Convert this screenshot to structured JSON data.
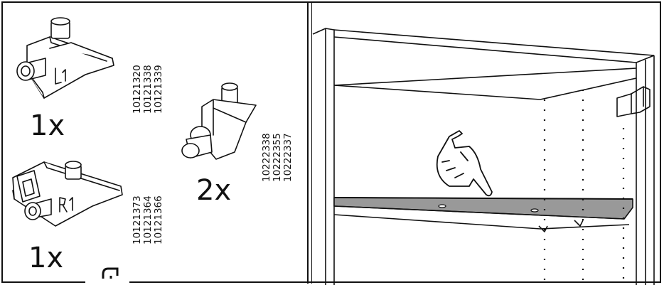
{
  "parts": [
    {
      "quantity": "1x",
      "part_label": "L1",
      "codes": [
        "10121320",
        "10121338",
        "10121339"
      ]
    },
    {
      "quantity": "1x",
      "part_label": "R1",
      "codes": [
        "10121373",
        "10121364",
        "10121366"
      ]
    },
    {
      "quantity": "2x",
      "codes": [
        "10222338",
        "10222355",
        "10222337"
      ]
    }
  ]
}
